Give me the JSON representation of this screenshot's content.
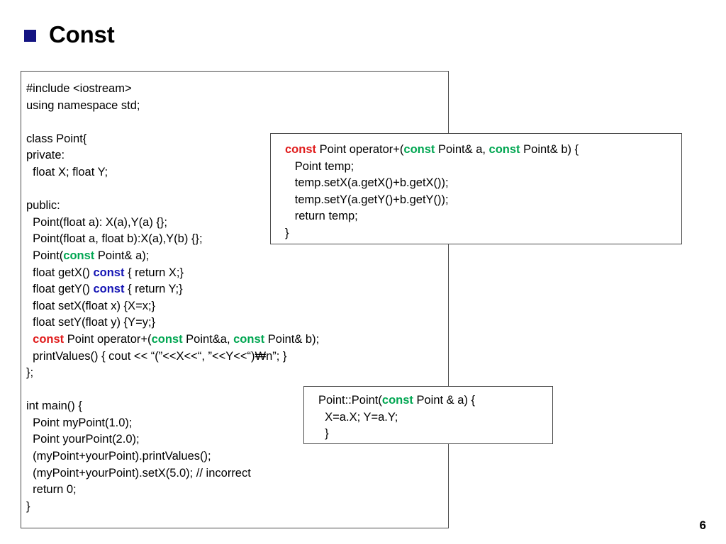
{
  "slide": {
    "title": "Const",
    "bullet_color": "#141482",
    "page_number": "6"
  },
  "colors": {
    "keyword_red": "#e01b1b",
    "keyword_green": "#00a651",
    "keyword_blue": "#1414b4",
    "box_border": "#4a4a4a",
    "background": "#ffffff",
    "text": "#000000"
  },
  "main_code": {
    "name": "point-class-listing",
    "lines": [
      [
        {
          "t": "#include <iostream>",
          "c": "plain"
        }
      ],
      [
        {
          "t": "using namespace std;",
          "c": "plain"
        }
      ],
      [
        {
          "t": "",
          "c": "plain"
        }
      ],
      [
        {
          "t": "class Point{",
          "c": "plain"
        }
      ],
      [
        {
          "t": "private:",
          "c": "plain"
        }
      ],
      [
        {
          "t": "  float X; float Y;",
          "c": "plain"
        }
      ],
      [
        {
          "t": "",
          "c": "plain"
        }
      ],
      [
        {
          "t": "public:",
          "c": "plain"
        }
      ],
      [
        {
          "t": "  Point(float a): X(a),Y(a) {};",
          "c": "plain"
        }
      ],
      [
        {
          "t": "  Point(float a, float b):X(a),Y(b) {};",
          "c": "plain"
        }
      ],
      [
        {
          "t": "  Point(",
          "c": "plain"
        },
        {
          "t": "const",
          "c": "green"
        },
        {
          "t": " Point& a);",
          "c": "plain"
        }
      ],
      [
        {
          "t": "  float getX() ",
          "c": "plain"
        },
        {
          "t": "const",
          "c": "blue"
        },
        {
          "t": " { return X;}",
          "c": "plain"
        }
      ],
      [
        {
          "t": "  float getY() ",
          "c": "plain"
        },
        {
          "t": "const",
          "c": "blue"
        },
        {
          "t": " { return Y;}",
          "c": "plain"
        }
      ],
      [
        {
          "t": "  float setX(float x) {X=x;}",
          "c": "plain"
        }
      ],
      [
        {
          "t": "  float setY(float y) {Y=y;}",
          "c": "plain"
        }
      ],
      [
        {
          "t": "  ",
          "c": "plain"
        },
        {
          "t": "const",
          "c": "red"
        },
        {
          "t": " Point operator+(",
          "c": "plain"
        },
        {
          "t": "const",
          "c": "green"
        },
        {
          "t": " Point&a, ",
          "c": "plain"
        },
        {
          "t": "const",
          "c": "green"
        },
        {
          "t": " Point& b);",
          "c": "plain"
        }
      ],
      [
        {
          "t": "  printValues() { cout << “(”<<X<<“, ”<<Y<<“)₩n”; }",
          "c": "plain"
        }
      ],
      [
        {
          "t": "};",
          "c": "plain"
        }
      ],
      [
        {
          "t": "",
          "c": "plain"
        }
      ],
      [
        {
          "t": "int main() {",
          "c": "plain"
        }
      ],
      [
        {
          "t": "  Point myPoint(1.0);",
          "c": "plain"
        }
      ],
      [
        {
          "t": "  Point yourPoint(2.0);",
          "c": "plain"
        }
      ],
      [
        {
          "t": "  (myPoint+yourPoint).printValues();",
          "c": "plain"
        }
      ],
      [
        {
          "t": "  (myPoint+yourPoint).setX(5.0); // incorrect",
          "c": "plain"
        }
      ],
      [
        {
          "t": "  return 0;",
          "c": "plain"
        }
      ],
      [
        {
          "t": "}",
          "c": "plain"
        }
      ]
    ]
  },
  "callout_operator": {
    "name": "operator-plus-definition",
    "lines": [
      [
        {
          "t": "const",
          "c": "red"
        },
        {
          "t": " Point operator+(",
          "c": "plain"
        },
        {
          "t": "const",
          "c": "green"
        },
        {
          "t": " Point& a, ",
          "c": "plain"
        },
        {
          "t": "const",
          "c": "green"
        },
        {
          "t": " Point& b) {",
          "c": "plain"
        }
      ],
      [
        {
          "t": "   Point temp;",
          "c": "plain"
        }
      ],
      [
        {
          "t": "   temp.setX(a.getX()+b.getX());",
          "c": "plain"
        }
      ],
      [
        {
          "t": "   temp.setY(a.getY()+b.getY());",
          "c": "plain"
        }
      ],
      [
        {
          "t": "   return temp;",
          "c": "plain"
        }
      ],
      [
        {
          "t": "}",
          "c": "plain"
        }
      ]
    ]
  },
  "callout_copyctor": {
    "name": "copy-constructor-definition",
    "lines": [
      [
        {
          "t": "Point::Point(",
          "c": "plain"
        },
        {
          "t": "const",
          "c": "green"
        },
        {
          "t": " Point & a) {",
          "c": "plain"
        }
      ],
      [
        {
          "t": "  X=a.X; Y=a.Y;",
          "c": "plain"
        }
      ],
      [
        {
          "t": "  }",
          "c": "plain"
        }
      ]
    ]
  }
}
